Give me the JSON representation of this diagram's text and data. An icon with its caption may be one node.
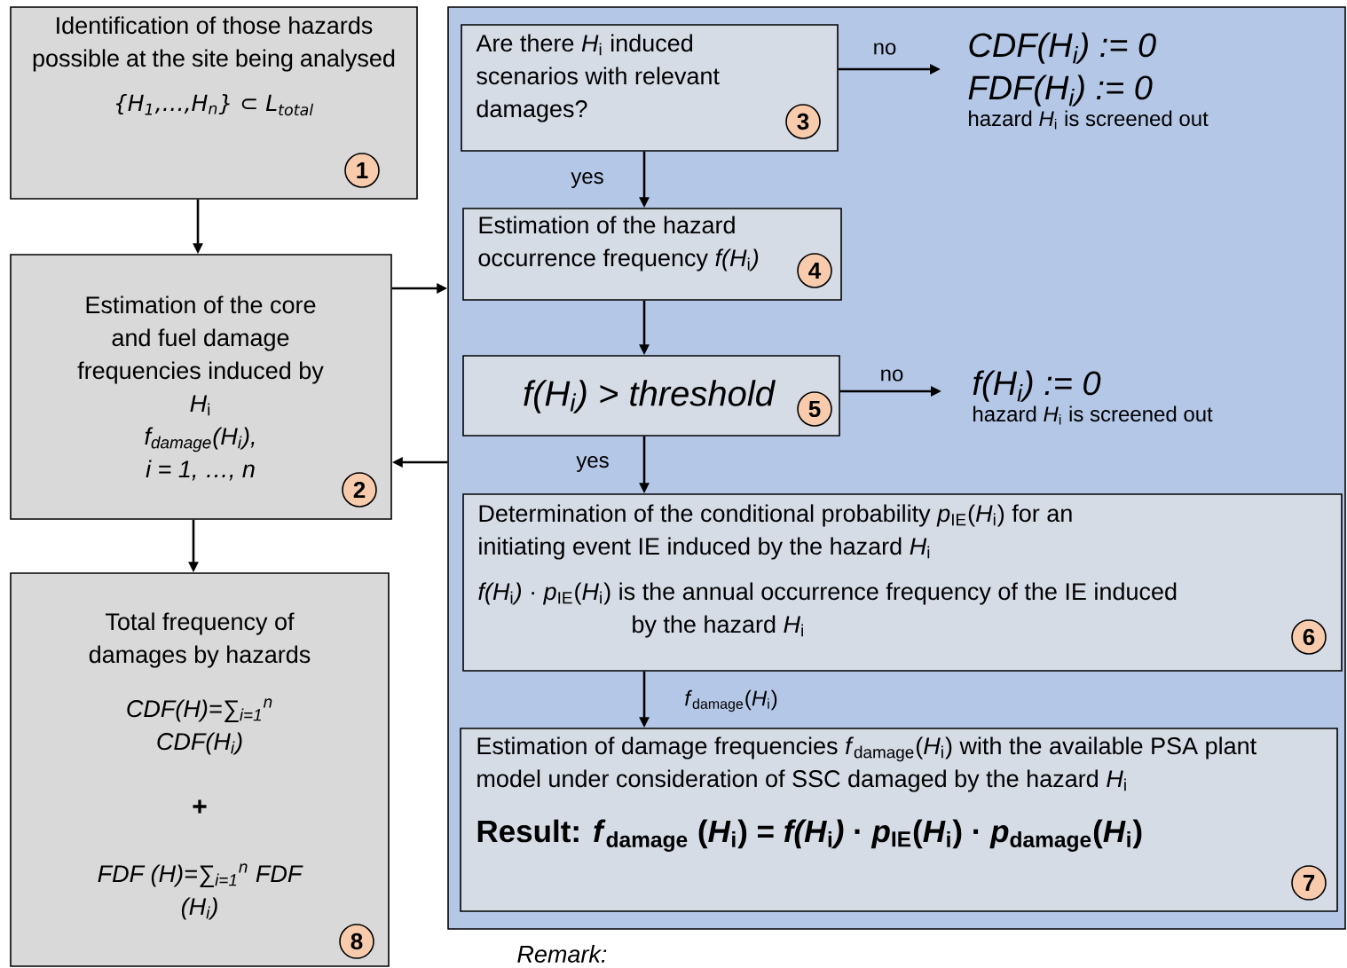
{
  "diagram": {
    "nodes": [
      {
        "text": [
          "Identification of those hazards possible at the site being analysed",
          "{H$_{1}$,…,H$_{n}$} ⊂ L$_{total}$"
        ]
      },
      {
        "text": [
          "1"
        ],
        "in": 0
      },
      {
        "text": [
          "Estimation of the core and fuel damage frequencies induced by *H*$_{i}$",
          "f$_{damage}$(H$_{i}$),",
          "i = 1, …, n"
        ]
      },
      {
        "text": [
          "2"
        ],
        "in": 2
      },
      {
        "text": [],
        "shape": "box"
      },
      {
        "text": [
          "Are there *H*$_{i}$ induced scenarios with relevant damages?"
        ],
        "in": 4
      },
      {
        "text": [
          "3"
        ],
        "in": 5
      },
      {
        "text": [
          "CDF(H$_{i}$) := 0",
          "FDF(H$_{i}$) := 0",
          "hazard *H*$_{i}$ is screened out"
        ],
        "in": 4
      },
      {
        "text": [
          "Estimation of the hazard occurrence frequency *f(H*$_{i}$*)*"
        ],
        "in": 4
      },
      {
        "text": [
          "4"
        ],
        "in": 8
      },
      {
        "text": [
          "f(H$_{i}$) > threshold"
        ],
        "in": 4
      },
      {
        "text": [
          "5"
        ],
        "in": 10
      },
      {
        "text": [
          "f(H$_{i}$) := 0",
          "hazard *H*$_{i}$ is screened out"
        ],
        "in": 4
      },
      {
        "text": [
          "Determination of the conditional probability *p*$_{IE}$(*H*$_{i}$) for an initiating event IE induced by the hazard *H*$_{i}$",
          "*f(H*$_{i}$*)* · *p*$_{IE}$(*H*$_{i}$) is the annual occurrence frequency of the IE induced by the hazard *H*$_{i}$"
        ],
        "in": 4
      },
      {
        "text": [
          "6"
        ],
        "in": 13
      },
      {
        "text": [
          "Estimation of damage frequencies *f*$_{damage}$(*H*$_{i}$) with the available PSA plant model under consideration of SSC damaged by the hazard *H*$_{i}$",
          "Result: *f*$_{damage}$ (*H*$_{i}$) = *f(H*$_{i}$*)* · *p*$_{IE}$(*H*$_{i}$) · *p*$_{damage}$(*H*$_{i}$)"
        ],
        "in": 4
      },
      {
        "text": [
          "7"
        ],
        "in": 15
      },
      {
        "text": [
          "Total frequency of damages by hazards",
          "CDF(H)=∑$_{i=1}$$^{n}$ CDF(H$_{i}$)",
          "+",
          "FDF (H)=∑$_{i=1}$$^{n}$ FDF (H$_{i}$)"
        ]
      },
      {
        "text": [
          "8"
        ],
        "in": 17
      }
    ],
    "edges": [
      {
        "from": 0,
        "to": 2,
        "arrow": "to"
      },
      {
        "from": 2,
        "to": 4,
        "arrow": "to"
      },
      {
        "from": 4,
        "to": 2,
        "arrow": "to"
      },
      {
        "from": 2,
        "to": 17,
        "arrow": "to"
      },
      {
        "from": 5,
        "to": 7,
        "arrow": "to",
        "label": "no"
      },
      {
        "from": 5,
        "to": 8,
        "arrow": "to",
        "label": "yes"
      },
      {
        "from": 8,
        "to": 10,
        "arrow": "to"
      },
      {
        "from": 10,
        "to": 12,
        "arrow": "to",
        "label": "no"
      },
      {
        "from": 10,
        "to": 13,
        "arrow": "to",
        "label": "yes"
      },
      {
        "from": 13,
        "to": 15,
        "arrow": "to",
        "label": "*f*$_{damage}$(*H*$_{i}$)"
      }
    ],
    "labels": [
      "Remark:"
    ]
  }
}
